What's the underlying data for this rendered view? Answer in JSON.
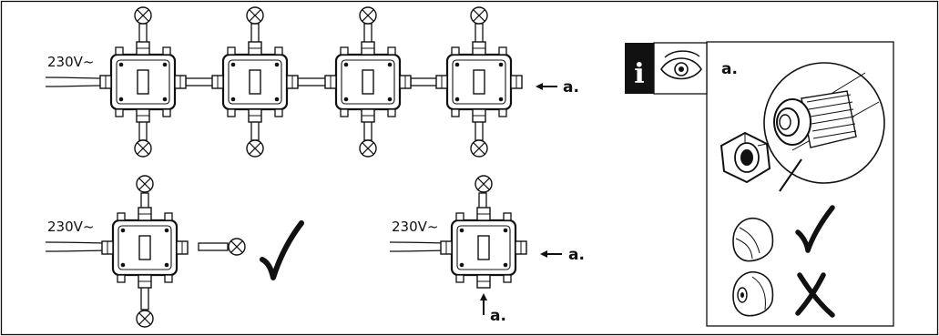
{
  "labels": {
    "voltage": "230V~",
    "marker_a": "a.",
    "info_glyph": "i"
  },
  "icons": {
    "lamp": "lamp-cross-icon",
    "junction_box": "junction-box-icon",
    "check": "check-mark-icon",
    "cross": "cross-mark-icon",
    "eye": "eye-icon",
    "info": "info-icon"
  },
  "colors": {
    "line": "#111111",
    "bg": "#ffffff"
  }
}
